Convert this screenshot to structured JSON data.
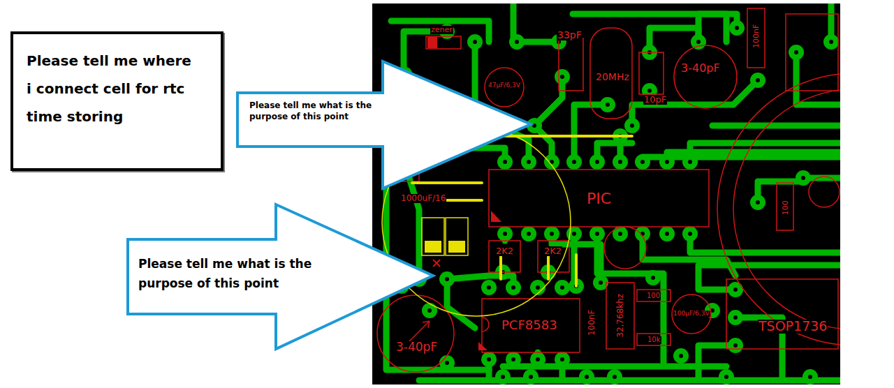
{
  "diagram": {
    "nodes": [
      {
        "text": [
          "Please tell me where i connect cell for rtc time storing"
        ]
      },
      {
        "text": [
          "Please tell me what is the purpose of this point"
        ]
      },
      {
        "text": [
          "Please tell me what is the purpose of this point"
        ]
      }
    ],
    "labels": [
      "zener",
      "33pF",
      "20MHz",
      "3-40pF",
      "10pF",
      "100nF",
      "47µF/6,3V",
      "1000uF/16",
      "PIC",
      "2K2",
      "2K2",
      "PCF8583",
      "100nF",
      "32,768khz",
      "100µF/6,3V",
      "100",
      "10k",
      "TSOP1736",
      "3-40pF",
      "100"
    ]
  }
}
